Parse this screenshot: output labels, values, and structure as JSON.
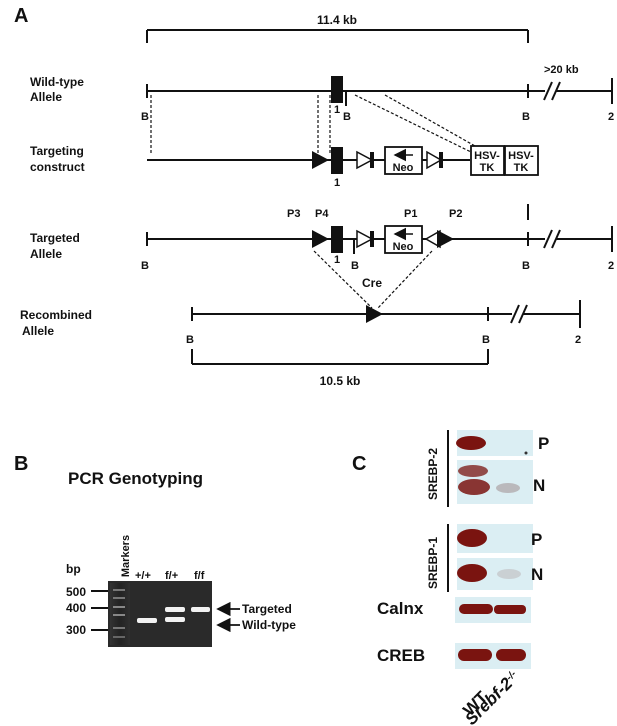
{
  "panel_a": {
    "letter": "A",
    "span_top": "11.4 kb",
    "span_bottom": "10.5 kb",
    "gt20": ">20 kb",
    "wt_label": [
      "Wild-type",
      "Allele"
    ],
    "tc_label": [
      "Targeting",
      "construct"
    ],
    "ta_label": [
      "Targeted",
      "Allele"
    ],
    "ra_label": [
      "Recombined",
      "Allele"
    ],
    "site_b": "B",
    "exon1": "1",
    "exon2": "2",
    "neo": "Neo",
    "hsv_tk": [
      "HSV-",
      "TK"
    ],
    "primers": [
      "P3",
      "P4",
      "P1",
      "P2"
    ],
    "cre": "Cre"
  },
  "panel_b": {
    "letter": "B",
    "title": "PCR Genotyping",
    "bp_unit": "bp",
    "ladder": [
      "500",
      "400",
      "300"
    ],
    "lane_labels": [
      "Markers",
      "+/+",
      "f/+",
      "f/f"
    ],
    "band_labels": [
      "Targeted",
      "Wild-type"
    ]
  },
  "panel_c": {
    "letter": "C",
    "srebp2": "SREBP-2",
    "srebp1": "SREBP-1",
    "p": "P",
    "n": "N",
    "calnx": "Calnx",
    "creb": "CREB",
    "wt": "WT",
    "ko_gene": "Srebf-2",
    "ko_sup": "-/-"
  },
  "colors": {
    "blot_bg": "#dbeef3",
    "band": "#7a1410",
    "gel_bg": "#2a2a2a"
  }
}
